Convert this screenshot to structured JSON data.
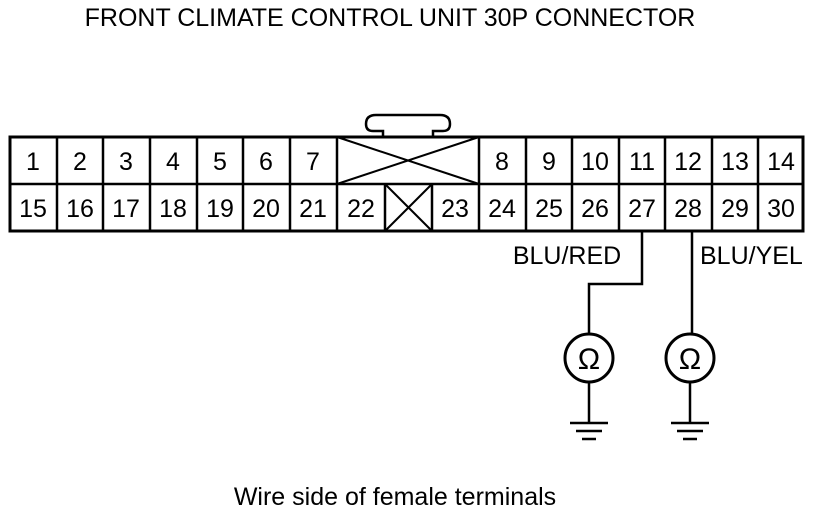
{
  "title": "FRONT CLIMATE CONTROL UNIT 30P CONNECTOR",
  "caption": "Wire side of female terminals",
  "connector": {
    "top_row": [
      "1",
      "2",
      "3",
      "4",
      "5",
      "6",
      "7",
      "8",
      "9",
      "10",
      "11",
      "12",
      "13",
      "14"
    ],
    "bottom_row": [
      "15",
      "16",
      "17",
      "18",
      "19",
      "20",
      "21",
      "22",
      "23",
      "24",
      "25",
      "26",
      "27",
      "28",
      "29",
      "30"
    ]
  },
  "probes": [
    {
      "pin": "27",
      "wire_label": "BLU/RED",
      "meter_symbol": "Ω",
      "meter_icon": "ohmmeter-icon",
      "ground_icon": "ground-icon"
    },
    {
      "pin": "28",
      "wire_label": "BLU/YEL",
      "meter_symbol": "Ω",
      "meter_icon": "ohmmeter-icon",
      "ground_icon": "ground-icon"
    }
  ]
}
